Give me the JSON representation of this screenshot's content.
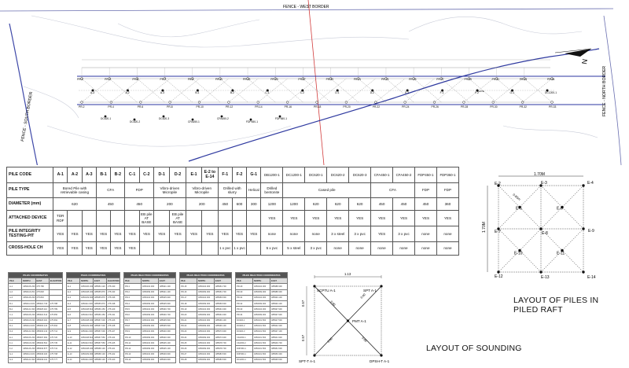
{
  "plan": {
    "fence_west": "FENCE - WEST BORDER",
    "fence_north": "FENCE - NORTH BORDER",
    "fence_south": "FENCE - SOUTH BORDER",
    "north_symbol": "N",
    "top_row": [
      "PR-1",
      "PR-3",
      "PR-5",
      "PR-7",
      "PR-9",
      "PR-11",
      "PR-13",
      "PR-15",
      "PR-17",
      "PR-19",
      "PR-21",
      "PR-23",
      "PR-25",
      "PR-27",
      "PR-29",
      "PR-31",
      "PR-33",
      "PR-34"
    ],
    "bottom_row": [
      "PR-2",
      "PR-4",
      "PR-6",
      "PR-8",
      "PR-10",
      "PR-12",
      "PR-14",
      "PR-16",
      "PR-18",
      "PR-20",
      "PR-22",
      "PR-24",
      "PR-26",
      "PR-28",
      "PR-30",
      "PR-32",
      "PR-33"
    ],
    "mid_labels": [
      "A-1",
      "A-2",
      "A-3",
      "B-1",
      "B-2",
      "C-1",
      "C-2",
      "D-1",
      "D-2",
      "E-1",
      "F-1",
      "F-2",
      "G-1",
      "DC1200-1"
    ],
    "lower_labels": [
      "DC620-1",
      "DC620-2",
      "DC620-3",
      "CFA450-1",
      "CFA450-2",
      "FDP450-1",
      "FDP360-1"
    ],
    "plate_label": "PLATE"
  },
  "spec_table": {
    "rows": [
      {
        "label": "PILE CODE",
        "cells": [
          [
            "A-1",
            1
          ],
          [
            "A-2",
            1
          ],
          [
            "A-3",
            1
          ],
          [
            "B-1",
            1
          ],
          [
            "B-2",
            1
          ],
          [
            "C-1",
            1
          ],
          [
            "C-2",
            1
          ],
          [
            "D-1",
            1
          ],
          [
            "D-2",
            1
          ],
          [
            "E-1",
            1
          ],
          [
            "E-2 to E-14",
            1
          ],
          [
            "F-1",
            1
          ],
          [
            "F-2",
            1
          ],
          [
            "G-1",
            1
          ],
          [
            "DB1200-1",
            1
          ],
          [
            "DC1200-1",
            1
          ],
          [
            "DC620-1",
            1
          ],
          [
            "DC620-2",
            1
          ],
          [
            "DC620-3",
            1
          ],
          [
            "CFA450-1",
            1
          ],
          [
            "CFA450-2",
            1
          ],
          [
            "FDP450-1",
            1
          ],
          [
            "FDP360-1",
            1
          ]
        ]
      },
      {
        "label": "PILE TYPE",
        "cells": [
          [
            "Bored Pile with retrievable casing",
            3
          ],
          [
            "CFA",
            2
          ],
          [
            "FDP",
            2
          ],
          [
            "Vibro-driven Micropile",
            2
          ],
          [
            "Vibro-driven Micropile",
            2
          ],
          [
            "Drilled with slurry",
            2
          ],
          [
            "Helical",
            1
          ],
          [
            "Drilled bentonite",
            1
          ],
          [
            "Cased pile",
            4
          ],
          [
            "CFA",
            2
          ],
          [
            "FDP",
            1
          ],
          [
            "FDP",
            1
          ]
        ]
      },
      {
        "label": "DIAMETER (mm)",
        "cells": [
          [
            "620",
            3
          ],
          [
            "450",
            2
          ],
          [
            "450",
            2
          ],
          [
            "200",
            2
          ],
          [
            "200",
            2
          ],
          [
            "450",
            1
          ],
          [
            "600",
            1
          ],
          [
            "300",
            1
          ],
          [
            "1200",
            1
          ],
          [
            "1200",
            1
          ],
          [
            "620",
            1
          ],
          [
            "620",
            1
          ],
          [
            "620",
            1
          ],
          [
            "450",
            1
          ],
          [
            "450",
            1
          ],
          [
            "450",
            1
          ],
          [
            "360",
            1
          ]
        ]
      },
      {
        "label": "ATTACHED DEVICE",
        "cells": [
          [
            "TDR RDF",
            1
          ],
          [
            "",
            1
          ],
          [
            "",
            1
          ],
          [
            "",
            1
          ],
          [
            "",
            1
          ],
          [
            "",
            1
          ],
          [
            "EB pile AT BASE",
            1
          ],
          [
            "",
            1
          ],
          [
            "EB pile AT BASE",
            1
          ],
          [
            "",
            1
          ],
          [
            "",
            1
          ],
          [
            "",
            1
          ],
          [
            "",
            1
          ],
          [
            "",
            1
          ],
          [
            "YES",
            1
          ],
          [
            "YES",
            1
          ],
          [
            "YES",
            1
          ],
          [
            "YES",
            1
          ],
          [
            "YES",
            1
          ],
          [
            "YES",
            1
          ],
          [
            "YES",
            1
          ],
          [
            "YES",
            1
          ],
          [
            "YES",
            1
          ]
        ]
      },
      {
        "label": "PILE INTEGRITY TESTING-PIT",
        "cells": [
          [
            "YES",
            1
          ],
          [
            "YES",
            1
          ],
          [
            "YES",
            1
          ],
          [
            "YES",
            1
          ],
          [
            "YES",
            1
          ],
          [
            "YES",
            1
          ],
          [
            "YES",
            1
          ],
          [
            "YES",
            1
          ],
          [
            "YES",
            1
          ],
          [
            "YES",
            1
          ],
          [
            "YES",
            1
          ],
          [
            "YES",
            1
          ],
          [
            "YES",
            1
          ],
          [
            "YES",
            1
          ],
          [
            "none",
            1
          ],
          [
            "none",
            1
          ],
          [
            "none",
            1
          ],
          [
            "3 x steel",
            1
          ],
          [
            "3 x pvc",
            1
          ],
          [
            "YES",
            1
          ],
          [
            "3 x pvc",
            1
          ],
          [
            "none",
            1
          ],
          [
            "none",
            1
          ]
        ]
      },
      {
        "label": "CROSS-HOLE CH",
        "cells": [
          [
            "YES",
            1
          ],
          [
            "YES",
            1
          ],
          [
            "YES",
            1
          ],
          [
            "YES",
            1
          ],
          [
            "YES",
            1
          ],
          [
            "YES",
            1
          ],
          [
            "",
            1
          ],
          [
            "",
            1
          ],
          [
            "",
            1
          ],
          [
            "",
            1
          ],
          [
            "",
            1
          ],
          [
            "1 x pvc",
            1
          ],
          [
            "1 x pvc",
            1
          ],
          [
            "",
            1
          ],
          [
            "5 x pvc",
            1
          ],
          [
            "5 x steel",
            1
          ],
          [
            "3 x pvc",
            1
          ],
          [
            "none",
            1
          ],
          [
            "none",
            1
          ],
          [
            "none",
            1
          ],
          [
            "none",
            1
          ],
          [
            "none",
            1
          ],
          [
            "none",
            1
          ]
        ]
      }
    ]
  },
  "coord_tables": [
    {
      "title": "PILES COORDINATES",
      "cols": [
        "PILE",
        "NORTH",
        "EAST",
        "ELEVATION"
      ],
      "rows": [
        [
          "A-1",
          "4050106.230",
          "275.780",
          ""
        ],
        [
          "A-2",
          "4050116.251",
          "275.820",
          ""
        ],
        [
          "A-3",
          "4050126.233",
          "275.816",
          ""
        ],
        [
          "B-1",
          "4050111.933",
          "485921.740",
          "275.788"
        ],
        [
          "B-2",
          "4050121.933",
          "485925.110",
          "275.789"
        ],
        [
          "C-1",
          "4050106.230",
          "485922.612",
          "275.650"
        ],
        [
          "C-2",
          "4050116.230",
          "485926.021",
          "275.662"
        ],
        [
          "D-1",
          "4050111.933",
          "485930.123",
          "275.694"
        ],
        [
          "D-2",
          "4050121.933",
          "485933.214",
          "275.712"
        ],
        [
          "E-1",
          "4050106.230",
          "485937.902",
          "275.720"
        ],
        [
          "F-1",
          "4050116.230",
          "485940.501",
          "275.735"
        ],
        [
          "F-2",
          "4050126.230",
          "485943.877",
          "275.741"
        ],
        [
          "G-1",
          "4050111.933",
          "485946.320",
          "275.768"
        ],
        [
          "G-2",
          "4050121.933",
          "485949.101",
          "275.777"
        ]
      ]
    },
    {
      "title": "PILES COORDINATES",
      "cols": [
        "PILE",
        "NORTH",
        "EAST",
        "ELEVATION"
      ],
      "rows": [
        [
          "E-1",
          "4050106.230",
          "485954.120",
          "275.430"
        ],
        [
          "E-2",
          "4050108.230",
          "485955.870",
          "275.433"
        ],
        [
          "E-3",
          "4050109.930",
          "485955.870",
          "275.436"
        ],
        [
          "E-4",
          "4050111.630",
          "485955.870",
          "275.438"
        ],
        [
          "E-5",
          "4050108.810",
          "485956.450",
          "275.429"
        ],
        [
          "E-6",
          "4050110.510",
          "485956.450",
          "275.431"
        ],
        [
          "E-7",
          "4050108.230",
          "485957.000",
          "275.426"
        ],
        [
          "E-8",
          "4050109.930",
          "485957.000",
          "275.428"
        ],
        [
          "E-9",
          "4050111.630",
          "485957.000",
          "275.427"
        ],
        [
          "E-10",
          "4050108.810",
          "485957.550",
          "275.424"
        ],
        [
          "E-11",
          "4050110.510",
          "485957.550",
          "275.425"
        ],
        [
          "E-12",
          "4050108.230",
          "485958.130",
          "275.421"
        ],
        [
          "E-13",
          "4050109.930",
          "485958.130",
          "275.422"
        ],
        [
          "E-14",
          "4050111.630",
          "485958.130",
          "275.420"
        ]
      ]
    },
    {
      "title": "PILES REACTION COORDINATES",
      "cols": [
        "PILE",
        "NORTH",
        "EAST"
      ],
      "rows": [
        [
          "PR-1",
          "4050104.000",
          "485921.100"
        ],
        [
          "PR-2",
          "4050099.000",
          "485921.100"
        ],
        [
          "PR-3",
          "4050104.000",
          "485925.900"
        ],
        [
          "PR-4",
          "4050099.000",
          "485925.900"
        ],
        [
          "PR-5",
          "4050104.000",
          "485930.700"
        ],
        [
          "PR-6",
          "4050099.000",
          "485930.700"
        ],
        [
          "PR-7",
          "4050104.000",
          "485935.500"
        ],
        [
          "PR-8",
          "4050099.000",
          "485935.500"
        ],
        [
          "PR-9",
          "4050104.000",
          "485940.300"
        ],
        [
          "PR-10",
          "4050099.000",
          "485940.300"
        ],
        [
          "PR-11",
          "4050104.000",
          "485945.100"
        ],
        [
          "PR-12",
          "4050099.000",
          "485945.100"
        ],
        [
          "PR-13",
          "4050104.000",
          "485949.900"
        ],
        [
          "PR-14",
          "4050099.000",
          "485949.900"
        ]
      ]
    },
    {
      "title": "PILES REACTION COORDINATES",
      "cols": [
        "PILE",
        "NORTH",
        "EAST"
      ],
      "rows": [
        [
          "PR-15",
          "4050104.000",
          "485954.700"
        ],
        [
          "PR-16",
          "4050099.000",
          "485954.700"
        ],
        [
          "PR-17",
          "4050104.000",
          "485959.500"
        ],
        [
          "PR-18",
          "4050099.000",
          "485959.500"
        ],
        [
          "PR-19",
          "4050104.000",
          "485964.300"
        ],
        [
          "PR-20",
          "4050099.000",
          "485964.300"
        ],
        [
          "PR-21",
          "4050104.000",
          "485969.100"
        ],
        [
          "PR-22",
          "4050099.000",
          "485969.100"
        ],
        [
          "PR-23",
          "4050104.000",
          "485973.900"
        ],
        [
          "PR-24",
          "4050099.000",
          "485973.900"
        ],
        [
          "PR-25",
          "4050104.000",
          "485978.700"
        ],
        [
          "PR-26",
          "4050099.000",
          "485978.700"
        ],
        [
          "PR-27",
          "4050104.000",
          "485983.500"
        ],
        [
          "PR-28",
          "4050099.000",
          "485983.500"
        ]
      ]
    },
    {
      "title": "PILES REACTION COORDINATES",
      "cols": [
        "PILE",
        "NORTH",
        "EAST"
      ],
      "rows": [
        [
          "PR-29",
          "4050104.000",
          "485988.300"
        ],
        [
          "PR-30",
          "4050099.000",
          "485988.300"
        ],
        [
          "PR-31",
          "4050104.000",
          "485993.100"
        ],
        [
          "PR-32",
          "4050099.000",
          "485993.100"
        ],
        [
          "PR-33",
          "4050104.000",
          "485997.900"
        ],
        [
          "PR-34",
          "4050099.000",
          "485997.900"
        ],
        [
          "DC620-1",
          "4050101.500",
          "485927.500"
        ],
        [
          "DC620-2",
          "4050101.500",
          "485932.300"
        ],
        [
          "DC620-3",
          "4050101.500",
          "485937.100"
        ],
        [
          "CFA450-1",
          "4050101.500",
          "485941.900"
        ],
        [
          "CFA450-2",
          "4050101.500",
          "485946.700"
        ],
        [
          "FDP450-1",
          "4050101.500",
          "485951.500"
        ],
        [
          "FDP360-1",
          "4050101.500",
          "485956.300"
        ],
        [
          "DC1200-1",
          "4050101.500",
          "485995.500"
        ]
      ]
    }
  ],
  "sounding": {
    "top_dim": "1.13",
    "left_dim_top": "0.57",
    "left_dim_bottom": "0.57",
    "diag_dims": [
      "0.80",
      "0.80",
      "0.80",
      "0.80"
    ],
    "points": {
      "tl": "SCPTU A-1",
      "tr": "SPT A-1",
      "center": "PMT A-1",
      "bl": "SPT-T A-1",
      "br": "DPSH-T A-1"
    },
    "caption": "LAYOUT OF SOUNDING"
  },
  "raft": {
    "width_dim": "1.70M",
    "height_dim": "1.70M",
    "diag_dim": "0.85m",
    "piles": [
      "E-2",
      "E-3",
      "E-4",
      "E-5",
      "E-6",
      "E-7",
      "E-8",
      "E-9",
      "E-10",
      "E-11",
      "E-12",
      "E-13",
      "E-14"
    ],
    "caption_line1": "LAYOUT OF PILES IN",
    "caption_line2": "PILED RAFT"
  }
}
